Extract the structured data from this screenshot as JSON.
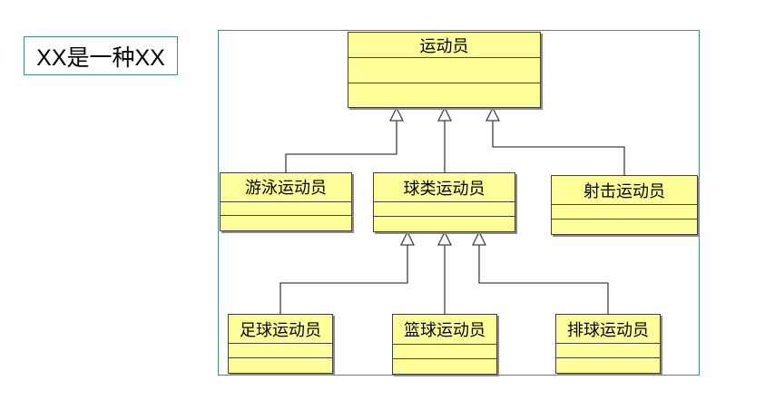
{
  "caption": {
    "text": "XX是一种XX"
  },
  "diagram": {
    "classes": {
      "athlete": "运动员",
      "swimmer": "游泳运动员",
      "ball_athlete": "球类运动员",
      "shooter": "射击运动员",
      "football_player": "足球运动员",
      "basketball_player": "篮球运动员",
      "volleyball_player": "排球运动员"
    },
    "colors": {
      "class_fill": "#ffff99",
      "class_border": "#404040",
      "frame_border": "#3f8f84"
    }
  }
}
